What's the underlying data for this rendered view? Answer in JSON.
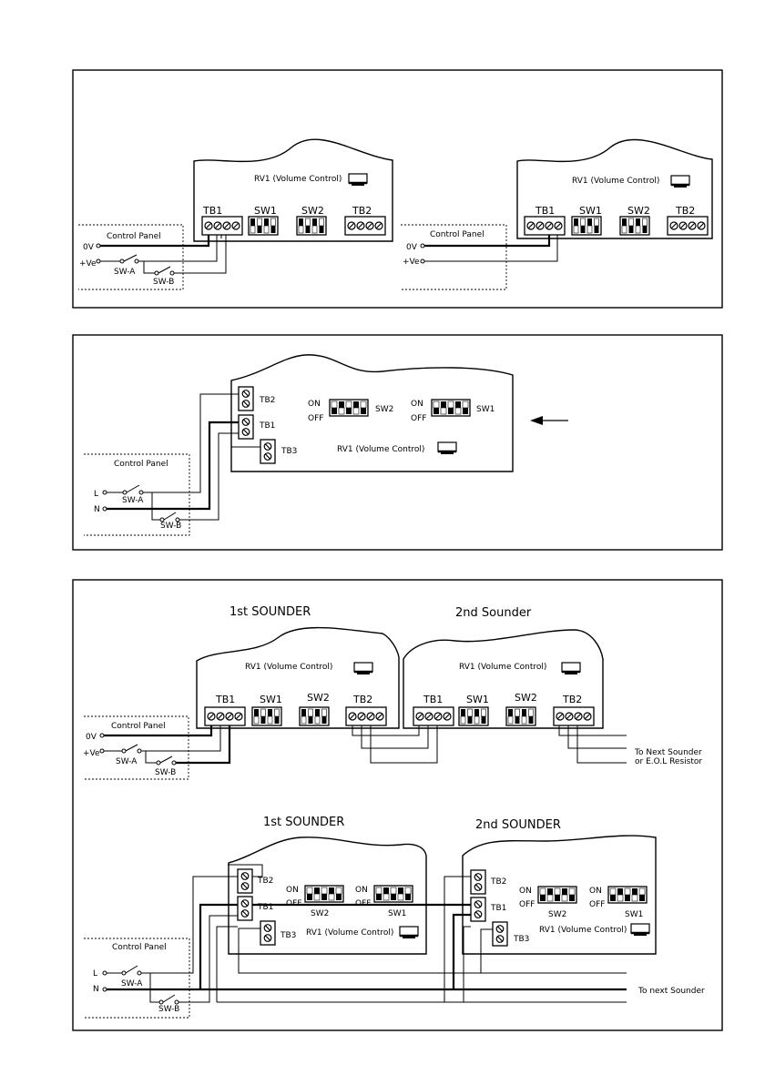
{
  "common": {
    "control_panel": "Control Panel",
    "ov": "0V",
    "pve": "+Ve",
    "sw_a": "SW-A",
    "sw_b": "SW-B",
    "l": "L",
    "n": "N",
    "tb1": "TB1",
    "tb2": "TB2",
    "tb3": "TB3",
    "sw1": "SW1",
    "sw2": "SW2",
    "on": "ON",
    "off": "OFF",
    "rv1": "RV1 (Volume Control)"
  },
  "panel3": {
    "first_sounder_top": "1st SOUNDER",
    "second_sounder_top": "2nd Sounder",
    "next_sounder_eol_1": "To Next Sounder",
    "next_sounder_eol_2": "or E.O.L Resistor",
    "first_sounder_bottom": "1st SOUNDER",
    "second_sounder_bottom": "2nd SOUNDER",
    "next_sounder": "To next Sounder"
  },
  "colors": {
    "line": "#000000",
    "background": "#ffffff"
  }
}
